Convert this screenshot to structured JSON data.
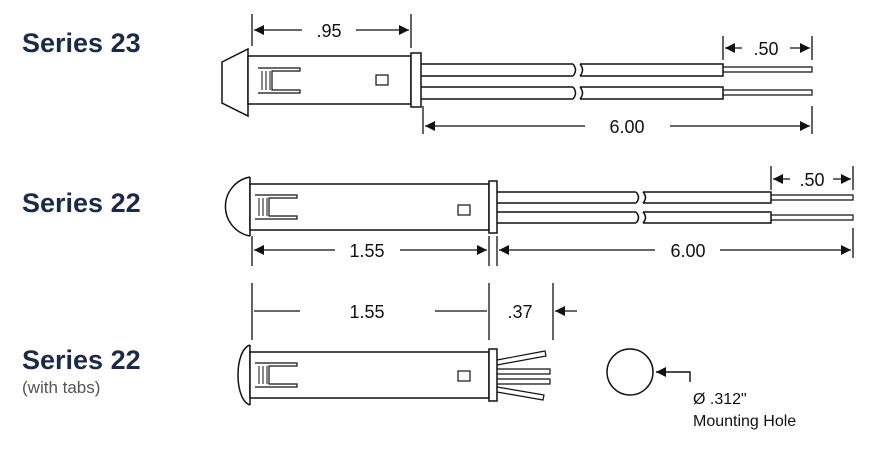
{
  "series": [
    {
      "title": "Series 23",
      "subtitle": ""
    },
    {
      "title": "Series 22",
      "subtitle": ""
    },
    {
      "title": "Series 22",
      "subtitle": "(with tabs)"
    }
  ],
  "dimensions": {
    "s23_body_length": ".95",
    "s23_strip_length": ".50",
    "s23_lead_length": "6.00",
    "s22_strip_length": ".50",
    "s22_body_length": "1.55",
    "s22_lead_length": "6.00",
    "s22t_body_length": "1.55",
    "s22t_tab_length": ".37"
  },
  "mounting_hole": {
    "diameter": "Ø .312\"",
    "label": "Mounting Hole"
  },
  "colors": {
    "title": "#1b2a4a",
    "line": "#111111"
  }
}
